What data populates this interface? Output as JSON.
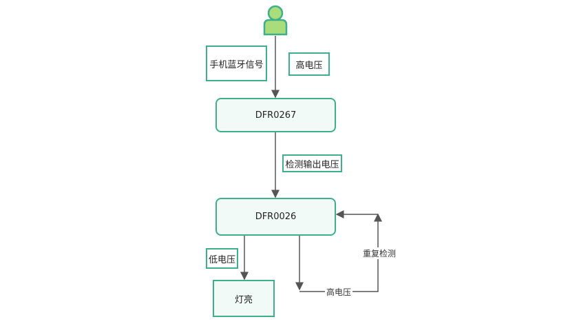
{
  "nodes": {
    "start_actor": "user-icon",
    "dfr0267": "DFR0267",
    "dfr0026": "DFR0026",
    "light": "灯亮"
  },
  "labels": {
    "bluetooth_signal": "手机蓝牙信号",
    "high_voltage_in": "高电压",
    "detect_output_voltage": "检测输出电压",
    "low_voltage": "低电压",
    "high_voltage_loop": "高电压",
    "repeat_detect": "重复检测"
  },
  "colors": {
    "node_border": "#3daf8a",
    "node_fill": "#f1faf6",
    "actor_fill": "#a9dc7b",
    "actor_stroke": "#3daf8a",
    "edge": "#555555"
  }
}
